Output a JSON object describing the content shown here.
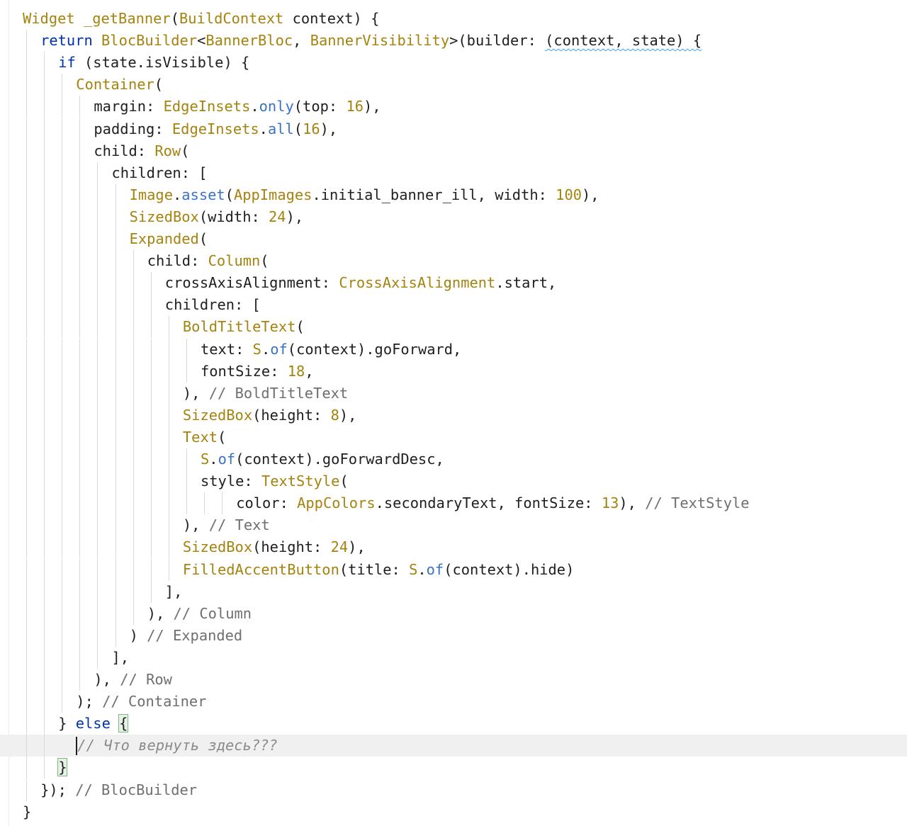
{
  "editor": {
    "lines": [
      [
        [
          "Widget ",
          "ty"
        ],
        [
          "_getBanner",
          "ty"
        ],
        [
          "(",
          ""
        ],
        [
          "BuildContext",
          "ty"
        ],
        [
          " context) {",
          ""
        ]
      ],
      [
        [
          "return ",
          "kw"
        ],
        [
          "BlocBuilder",
          "ty"
        ],
        [
          "<",
          ""
        ],
        [
          "BannerBloc",
          "ty"
        ],
        [
          ", ",
          ""
        ],
        [
          "BannerVisibility",
          "ty"
        ],
        [
          ">(builder: ",
          ""
        ],
        [
          "(context, state) {",
          "squiggle"
        ]
      ],
      [
        [
          "if",
          "kw"
        ],
        [
          " (state.isVisible) {",
          ""
        ]
      ],
      [
        [
          "Container",
          "ty"
        ],
        [
          "(",
          ""
        ]
      ],
      [
        [
          "margin: ",
          ""
        ],
        [
          "EdgeInsets",
          "ty"
        ],
        [
          ".",
          ""
        ],
        [
          "only",
          "fn"
        ],
        [
          "(top: ",
          ""
        ],
        [
          "16",
          "num"
        ],
        [
          "),",
          ""
        ]
      ],
      [
        [
          "padding: ",
          ""
        ],
        [
          "EdgeInsets",
          "ty"
        ],
        [
          ".",
          ""
        ],
        [
          "all",
          "fn"
        ],
        [
          "(",
          ""
        ],
        [
          "16",
          "num"
        ],
        [
          "),",
          ""
        ]
      ],
      [
        [
          "child: ",
          ""
        ],
        [
          "Row",
          "ty"
        ],
        [
          "(",
          ""
        ]
      ],
      [
        [
          "children: [",
          ""
        ]
      ],
      [
        [
          "Image",
          "ty"
        ],
        [
          ".",
          ""
        ],
        [
          "asset",
          "fn"
        ],
        [
          "(",
          ""
        ],
        [
          "AppImages",
          "ty"
        ],
        [
          ".initial_banner_ill, width: ",
          ""
        ],
        [
          "100",
          "num"
        ],
        [
          "),",
          ""
        ]
      ],
      [
        [
          "SizedBox",
          "ty"
        ],
        [
          "(width: ",
          ""
        ],
        [
          "24",
          "num"
        ],
        [
          "),",
          ""
        ]
      ],
      [
        [
          "Expanded",
          "ty"
        ],
        [
          "(",
          ""
        ]
      ],
      [
        [
          "child: ",
          ""
        ],
        [
          "Column",
          "ty"
        ],
        [
          "(",
          ""
        ]
      ],
      [
        [
          "crossAxisAlignment: ",
          ""
        ],
        [
          "CrossAxisAlignment",
          "ty"
        ],
        [
          ".start,",
          ""
        ]
      ],
      [
        [
          "children: [",
          ""
        ]
      ],
      [
        [
          "BoldTitleText",
          "ty"
        ],
        [
          "(",
          ""
        ]
      ],
      [
        [
          "text: ",
          ""
        ],
        [
          "S",
          "ty"
        ],
        [
          ".",
          ""
        ],
        [
          "of",
          "fn"
        ],
        [
          "(context).goForward,",
          ""
        ]
      ],
      [
        [
          "fontSize: ",
          ""
        ],
        [
          "18",
          "num"
        ],
        [
          ",",
          ""
        ]
      ],
      [
        [
          "), ",
          ""
        ],
        [
          "// BoldTitleText",
          "cm"
        ]
      ],
      [
        [
          "SizedBox",
          "ty"
        ],
        [
          "(height: ",
          ""
        ],
        [
          "8",
          "num"
        ],
        [
          "),",
          ""
        ]
      ],
      [
        [
          "Text",
          "ty"
        ],
        [
          "(",
          ""
        ]
      ],
      [
        [
          "S",
          "ty"
        ],
        [
          ".",
          ""
        ],
        [
          "of",
          "fn"
        ],
        [
          "(context).goForwardDesc,",
          ""
        ]
      ],
      [
        [
          "style: ",
          ""
        ],
        [
          "TextStyle",
          "ty"
        ],
        [
          "(",
          ""
        ]
      ],
      [
        [
          "color: ",
          ""
        ],
        [
          "AppColors",
          "ty"
        ],
        [
          ".secondaryText, fontSize: ",
          ""
        ],
        [
          "13",
          "num"
        ],
        [
          "), ",
          ""
        ],
        [
          "// TextStyle",
          "cm"
        ]
      ],
      [
        [
          "), ",
          ""
        ],
        [
          "// Text",
          "cm"
        ]
      ],
      [
        [
          "SizedBox",
          "ty"
        ],
        [
          "(height: ",
          ""
        ],
        [
          "24",
          "num"
        ],
        [
          "),",
          ""
        ]
      ],
      [
        [
          "FilledAccentButton",
          "ty"
        ],
        [
          "(title: ",
          ""
        ],
        [
          "S",
          "ty"
        ],
        [
          ".",
          ""
        ],
        [
          "of",
          "fn"
        ],
        [
          "(context).hide)",
          ""
        ]
      ],
      [
        [
          "],",
          ""
        ]
      ],
      [
        [
          "), ",
          ""
        ],
        [
          "// Column",
          "cm"
        ]
      ],
      [
        [
          ") ",
          ""
        ],
        [
          "// Expanded",
          "cm"
        ]
      ],
      [
        [
          "],",
          ""
        ]
      ],
      [
        [
          "), ",
          ""
        ],
        [
          "// Row",
          "cm"
        ]
      ],
      [
        [
          "); ",
          ""
        ],
        [
          "// Container",
          "cm"
        ]
      ],
      [
        [
          "} ",
          ""
        ],
        [
          "else",
          "kw"
        ],
        [
          " ",
          ""
        ],
        [
          "{",
          "brace-match"
        ]
      ],
      [
        [
          "// Что вернуть здесь???",
          "cm italic"
        ]
      ],
      [
        [
          "}",
          "brace-match"
        ]
      ],
      [
        [
          "}); ",
          ""
        ],
        [
          "// BlocBuilder",
          "cm"
        ]
      ],
      [
        [
          "}",
          ""
        ]
      ]
    ]
  }
}
